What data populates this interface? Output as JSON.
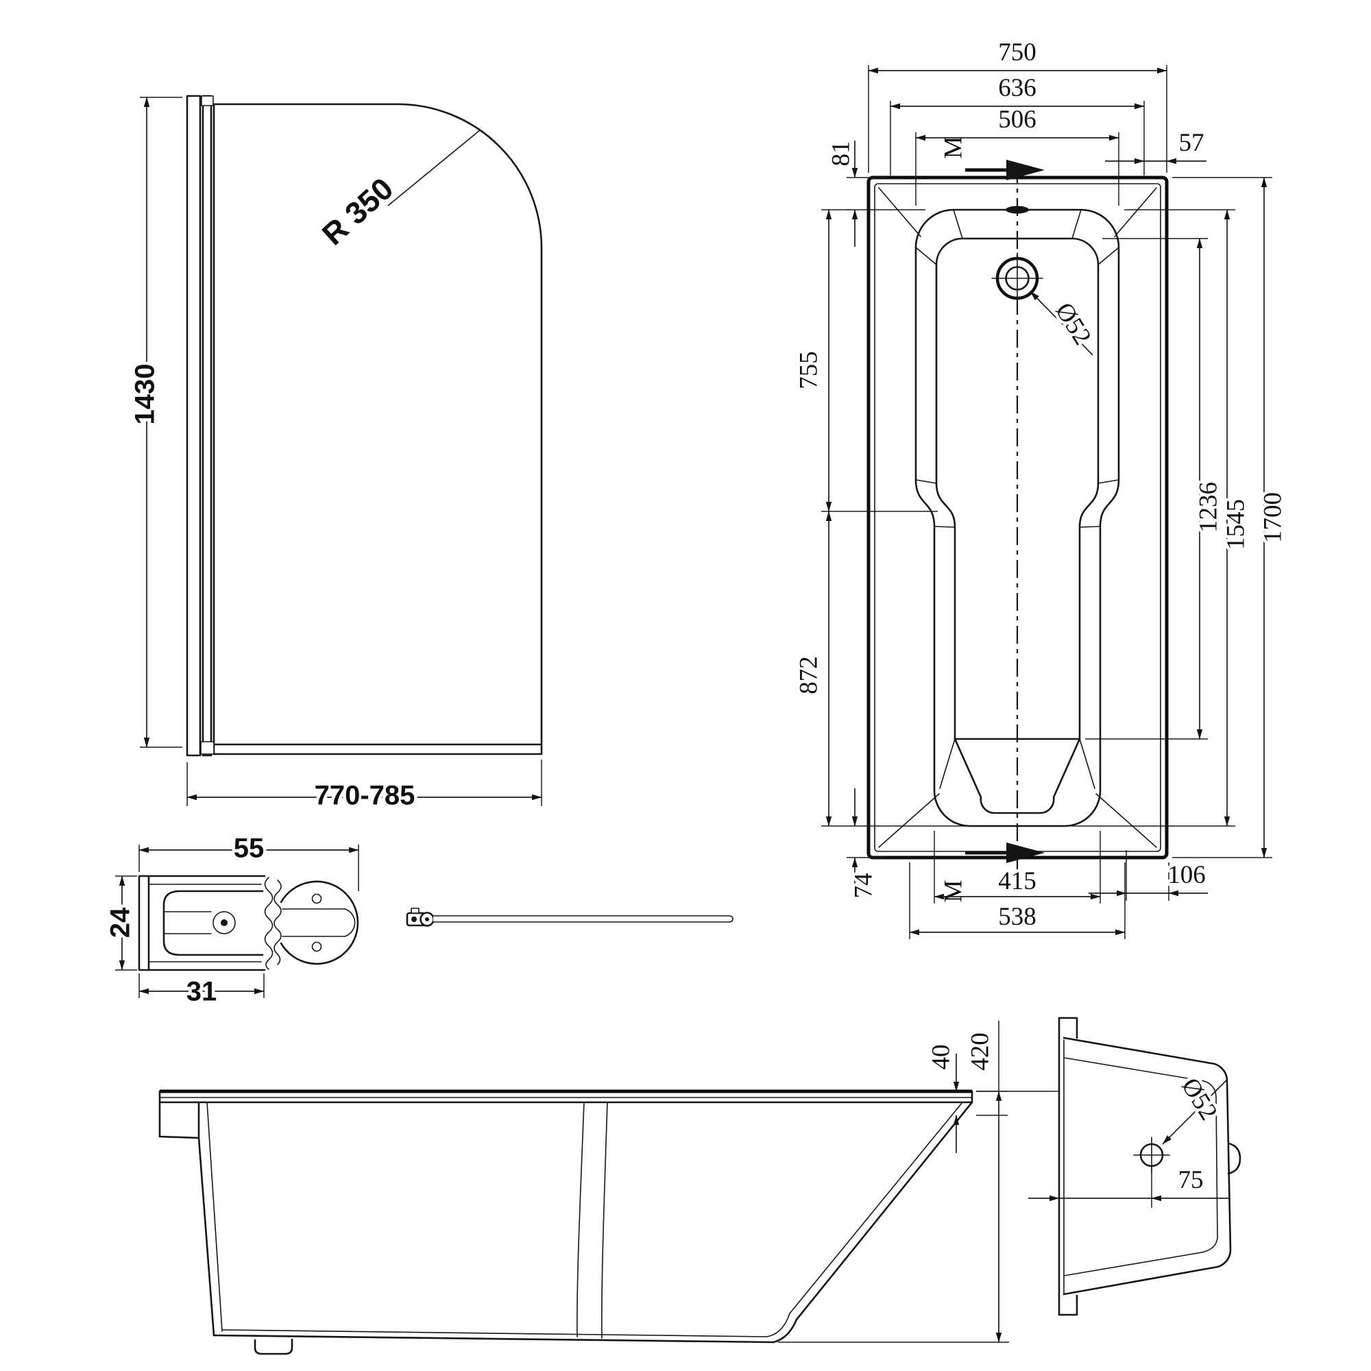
{
  "drawing": {
    "screen": {
      "height": "1430",
      "width_range": "770-785",
      "corner_radius": "R 350"
    },
    "profile": {
      "width": "55",
      "height": "24",
      "bottom_width": "31"
    },
    "plan": {
      "overall_width": "750",
      "inner_width": "636",
      "basin_width": "506",
      "rim_offset_top": "81",
      "rim_offset_right": "57",
      "upper_length": "755",
      "lower_length": "872",
      "rim_offset_bottom": "74",
      "floor_length": "1236",
      "basin_length": "1545",
      "overall_length": "1700",
      "foot_width": "415",
      "foot_outer_width": "538",
      "rim_offset_foot": "106",
      "drain_diameter": "Ø52",
      "section_label": "M"
    },
    "side": {
      "rim_height": "40",
      "overall_height": "420"
    },
    "end": {
      "drain_diameter": "Ø52",
      "drain_offset": "75"
    }
  }
}
